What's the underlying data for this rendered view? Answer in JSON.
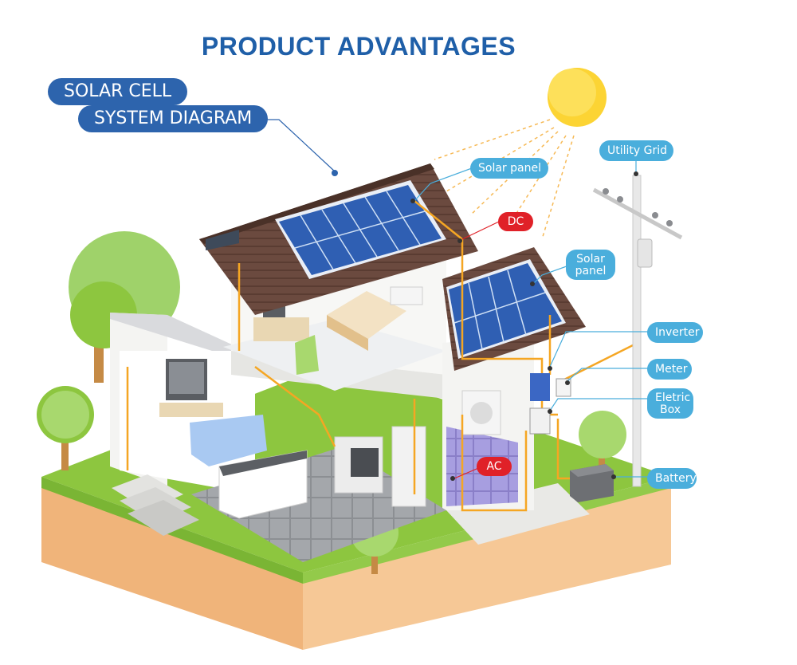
{
  "title": "PRODUCT ADVANTAGES",
  "badge": {
    "line1": "SOLAR CELL",
    "line2": "SYSTEM DIAGRAM"
  },
  "labels": {
    "utility_grid": "Utility Grid",
    "solar_panel_1": "Solar panel",
    "solar_panel_2": "Solar panel",
    "dc": "DC",
    "ac": "AC",
    "inverter": "Inverter",
    "meter": "Meter",
    "electric_box": "Eletric Box",
    "battery": "Battery"
  },
  "colors": {
    "title": "#1f5fa8",
    "badge": "#2d64ad",
    "label": "#4aaedc",
    "tag": "#e02128",
    "sun": "#fcd434",
    "grass": "#8dc63f",
    "soil": "#f4c48e",
    "roof": "#6b4a3f",
    "panel": "#2f5fb3",
    "wire": "#f5a623"
  }
}
